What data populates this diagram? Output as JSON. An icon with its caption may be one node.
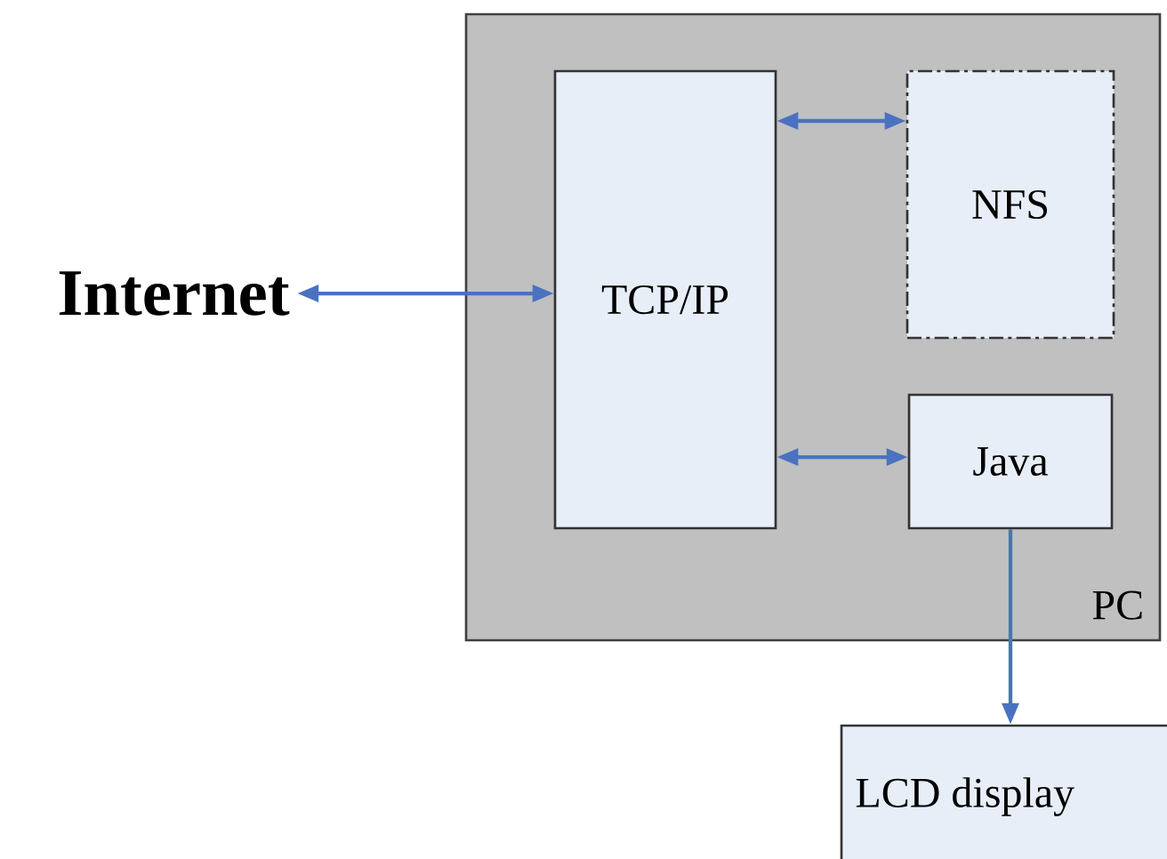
{
  "diagram": {
    "nodes": [
      {
        "text": [
          "Internet"
        ]
      },
      {
        "text": [
          "PC"
        ]
      },
      {
        "text": [
          "TCP/IP"
        ],
        "in": 1
      },
      {
        "text": [
          "NFS"
        ],
        "in": 1
      },
      {
        "text": [
          "Java"
        ],
        "in": 1
      },
      {
        "text": [
          "LCD display"
        ]
      }
    ],
    "edges": [
      {
        "from": 0,
        "to": 2,
        "arrow": "both"
      },
      {
        "from": 2,
        "to": 3,
        "arrow": "both"
      },
      {
        "from": 2,
        "to": 4,
        "arrow": "both"
      },
      {
        "from": 4,
        "to": 5,
        "arrow": "to"
      }
    ]
  }
}
